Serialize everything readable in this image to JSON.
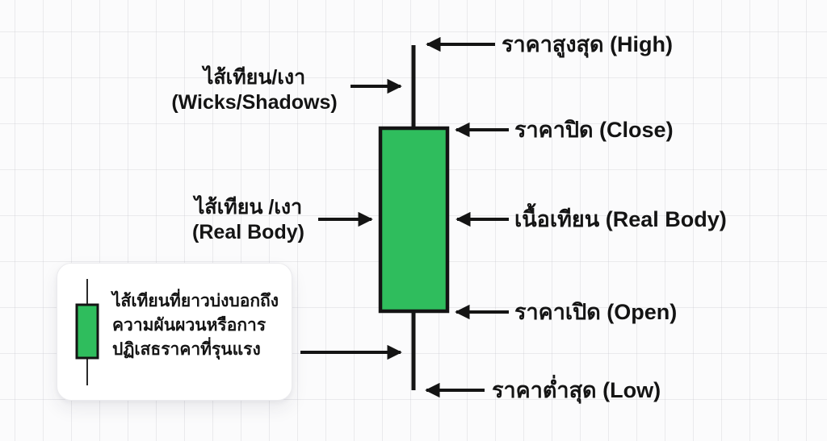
{
  "colors": {
    "candle_green": "#2fbd5d",
    "ink": "#141414"
  },
  "candlestick_diagram": {
    "high_label": "ราคาสูงสุด (High)",
    "wicks_label_line1": "ไส้เทียน/เงา",
    "wicks_label_line2": "(Wicks/Shadows)",
    "close_label": "ราคาปิด (Close)",
    "real_body_left_line1": "ไส้เทียน /เงา",
    "real_body_left_line2": "(Real Body)",
    "real_body_right_label": "เนื้อเทียน (Real Body)",
    "open_label": "ราคาเปิด (Open)",
    "low_label": "ราคาต่ำสุด (Low)"
  },
  "note_card": {
    "text_line1": "ไส้เทียนที่ยาวบ่งบอกถึง",
    "text_line2": "ความผันผวนหรือการ",
    "text_line3": "ปฏิเสธราคาที่รุนแรง"
  }
}
